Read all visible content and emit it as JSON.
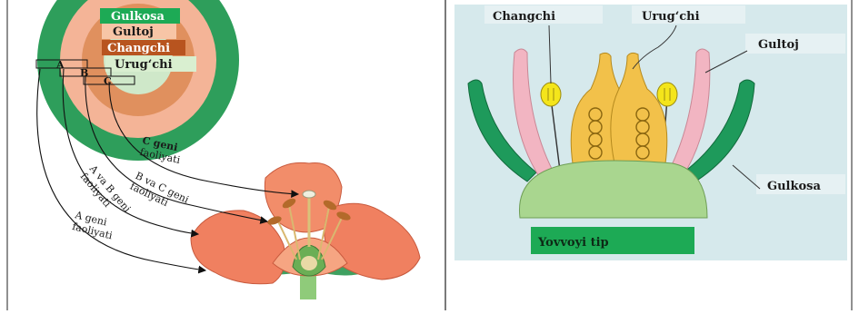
{
  "left_panel": {
    "rings": {
      "gulkosa": "Gulkosa",
      "gultoj": "Gultoj",
      "changchi": "Changchi",
      "urugchi": "Urug‘chi"
    },
    "boxes": {
      "a": "A",
      "b": "B",
      "c": "C"
    },
    "annotations": {
      "c_line1": "C geni",
      "c_line2": "faoliyati",
      "bc_line1": "B va C geni",
      "bc_line2": "faoliyati",
      "ab_line1": "A va B geni",
      "ab_line2": "faoliyati",
      "a_line1": "A geni",
      "a_line2": "faoliyati"
    }
  },
  "right_panel": {
    "labels": {
      "changchi": "Changchi",
      "urugchi": "Urug‘chi",
      "gultoj": "Gultoj",
      "gulkosa": "Gulkosa",
      "yovvoyi_tip": "Yovvoyi tip"
    }
  },
  "colors": {
    "gulkosa_ring": "#2E9E5B",
    "gultoj_ring": "#F4B497",
    "changchi_ring": "#E0905E",
    "urugchi_center": "#CFE8C9",
    "right_background": "#D6E9EC",
    "sepal": "#1E9A5B",
    "petal": "#F2B5C2",
    "pistil": "#F2C14A",
    "receptacle": "#A9D68F",
    "label_green": "#1DAA55",
    "petal_flower": "#F08060"
  }
}
